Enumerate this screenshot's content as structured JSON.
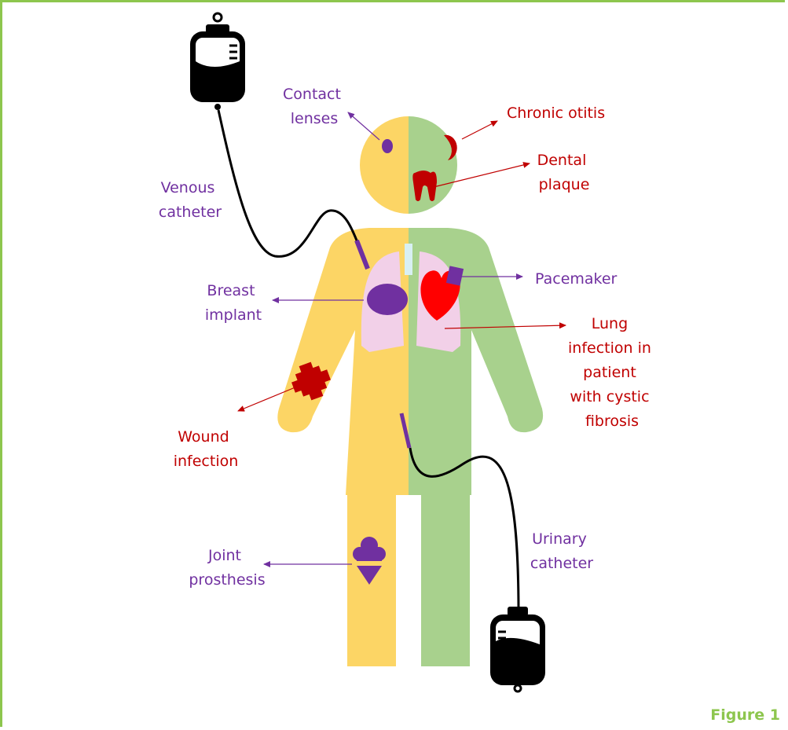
{
  "colors": {
    "frame": "#8dc64e",
    "body_left": "#fcd565",
    "body_right": "#a8d18d",
    "purple": "#7030a0",
    "red": "#c00000",
    "heart": "#ff0000",
    "lung": "#f2d0e8",
    "figure_label": "#8dc64e"
  },
  "labels": {
    "contact_lenses": [
      "Contact",
      "lenses"
    ],
    "chronic_otitis": [
      "Chronic otitis"
    ],
    "dental_plaque": [
      "Dental",
      "plaque"
    ],
    "venous_catheter": [
      "Venous",
      "catheter"
    ],
    "pacemaker": [
      "Pacemaker"
    ],
    "breast_implant": [
      "Breast",
      "implant"
    ],
    "lung_infection": [
      "Lung",
      "infection in",
      "patient",
      "with cystic",
      "fibrosis"
    ],
    "wound_infection": [
      "Wound",
      "infection"
    ],
    "urinary_catheter": [
      "Urinary",
      "catheter"
    ],
    "joint_prosthesis": [
      "Joint",
      "prosthesis"
    ]
  },
  "figure_label": "Figure 1",
  "icons": [
    "iv-bag-icon",
    "urine-bag-icon",
    "tooth-icon",
    "ear-icon",
    "heart-icon",
    "lungs-icon",
    "bandage-icon",
    "joint-prosthesis-icon",
    "pacemaker-icon",
    "breast-implant-icon",
    "contact-lens-icon"
  ]
}
